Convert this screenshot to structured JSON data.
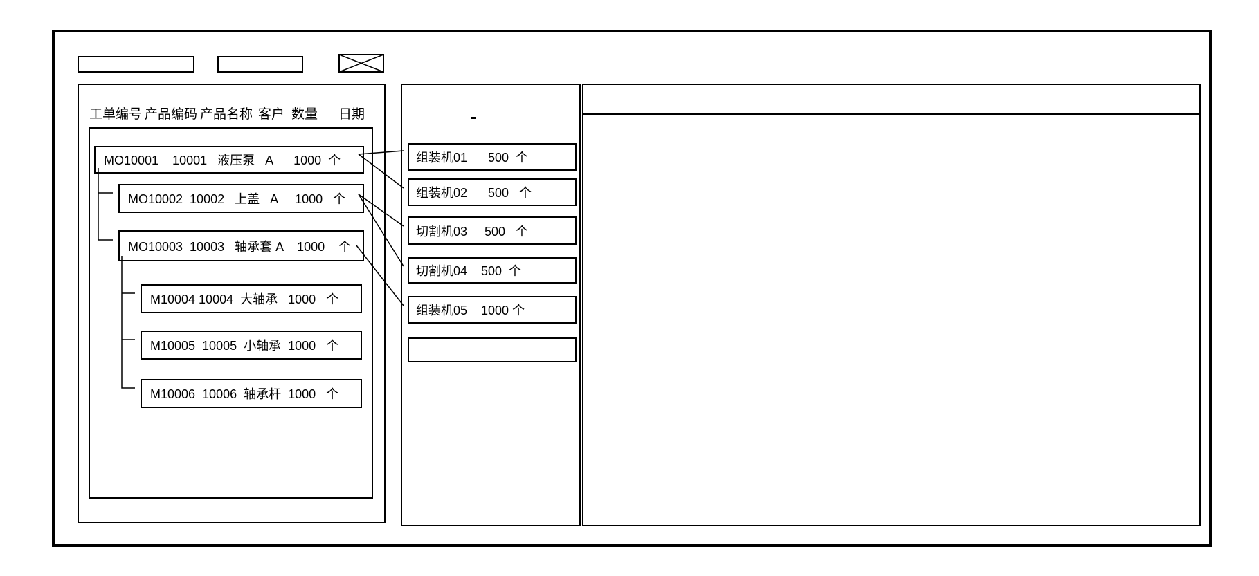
{
  "window": {
    "background_color": "#ffffff",
    "line_color": "#000000"
  },
  "toolbar": {
    "field1": {
      "value": ""
    },
    "field2": {
      "value": ""
    },
    "crossed_box": "x-placeholder"
  },
  "left_panel": {
    "headers": [
      "工单编号",
      "产品编码",
      "产品名称",
      "客户",
      "数量",
      "日期"
    ],
    "orders": [
      {
        "order_no": "MO10001",
        "product_code": "10001",
        "product_name": "液压泵",
        "customer": "A",
        "qty": "1000",
        "unit": "个",
        "level": 0,
        "display": "MO10001    10001   液压泵   A      1000  个"
      },
      {
        "order_no": "MO10002",
        "product_code": "10002",
        "product_name": "上盖",
        "customer": "A",
        "qty": "1000",
        "unit": "个",
        "level": 1,
        "display": "MO10002  10002   上盖   A     1000   个"
      },
      {
        "order_no": "MO10003",
        "product_code": "10003",
        "product_name": "轴承套",
        "customer": "A",
        "qty": "1000",
        "unit": "个",
        "level": 1,
        "display": "MO10003  10003   轴承套 A    1000    个"
      },
      {
        "order_no": "M10004",
        "product_code": "10004",
        "product_name": "大轴承",
        "customer": "",
        "qty": "1000",
        "unit": "个",
        "level": 2,
        "display": "M10004 10004  大轴承   1000   个"
      },
      {
        "order_no": "M10005",
        "product_code": "10005",
        "product_name": "小轴承",
        "customer": "",
        "qty": "1000",
        "unit": "个",
        "level": 2,
        "display": "M10005  10005  小轴承  1000   个"
      },
      {
        "order_no": "M10006",
        "product_code": "10006",
        "product_name": "轴承杆",
        "customer": "",
        "qty": "1000",
        "unit": "个",
        "level": 2,
        "display": "M10006  10006  轴承杆  1000   个"
      }
    ]
  },
  "machine_panel": {
    "mark": "-",
    "machines": [
      {
        "name": "组装机01",
        "qty": "500",
        "unit": "个",
        "display": "组装机01      500  个"
      },
      {
        "name": "组装机02",
        "qty": "500",
        "unit": "个",
        "display": "组装机02      500   个"
      },
      {
        "name": "切割机03",
        "qty": "500",
        "unit": "个",
        "display": "切割机03     500   个"
      },
      {
        "name": "切割机04",
        "qty": "500",
        "unit": "个",
        "display": "切割机04    500  个"
      },
      {
        "name": "组装机05",
        "qty": "1000",
        "unit": "个",
        "display": "组装机05    1000 个"
      },
      {
        "name": "",
        "qty": "",
        "unit": "",
        "display": ""
      }
    ]
  },
  "connections": [
    {
      "from": "MO10001",
      "to": "组装机01"
    },
    {
      "from": "MO10001",
      "to": "组装机02"
    },
    {
      "from": "MO10002",
      "to": "切割机03"
    },
    {
      "from": "MO10002",
      "to": "切割机04"
    },
    {
      "from": "MO10003",
      "to": "组装机05"
    }
  ],
  "right_panel": {
    "content": ""
  }
}
